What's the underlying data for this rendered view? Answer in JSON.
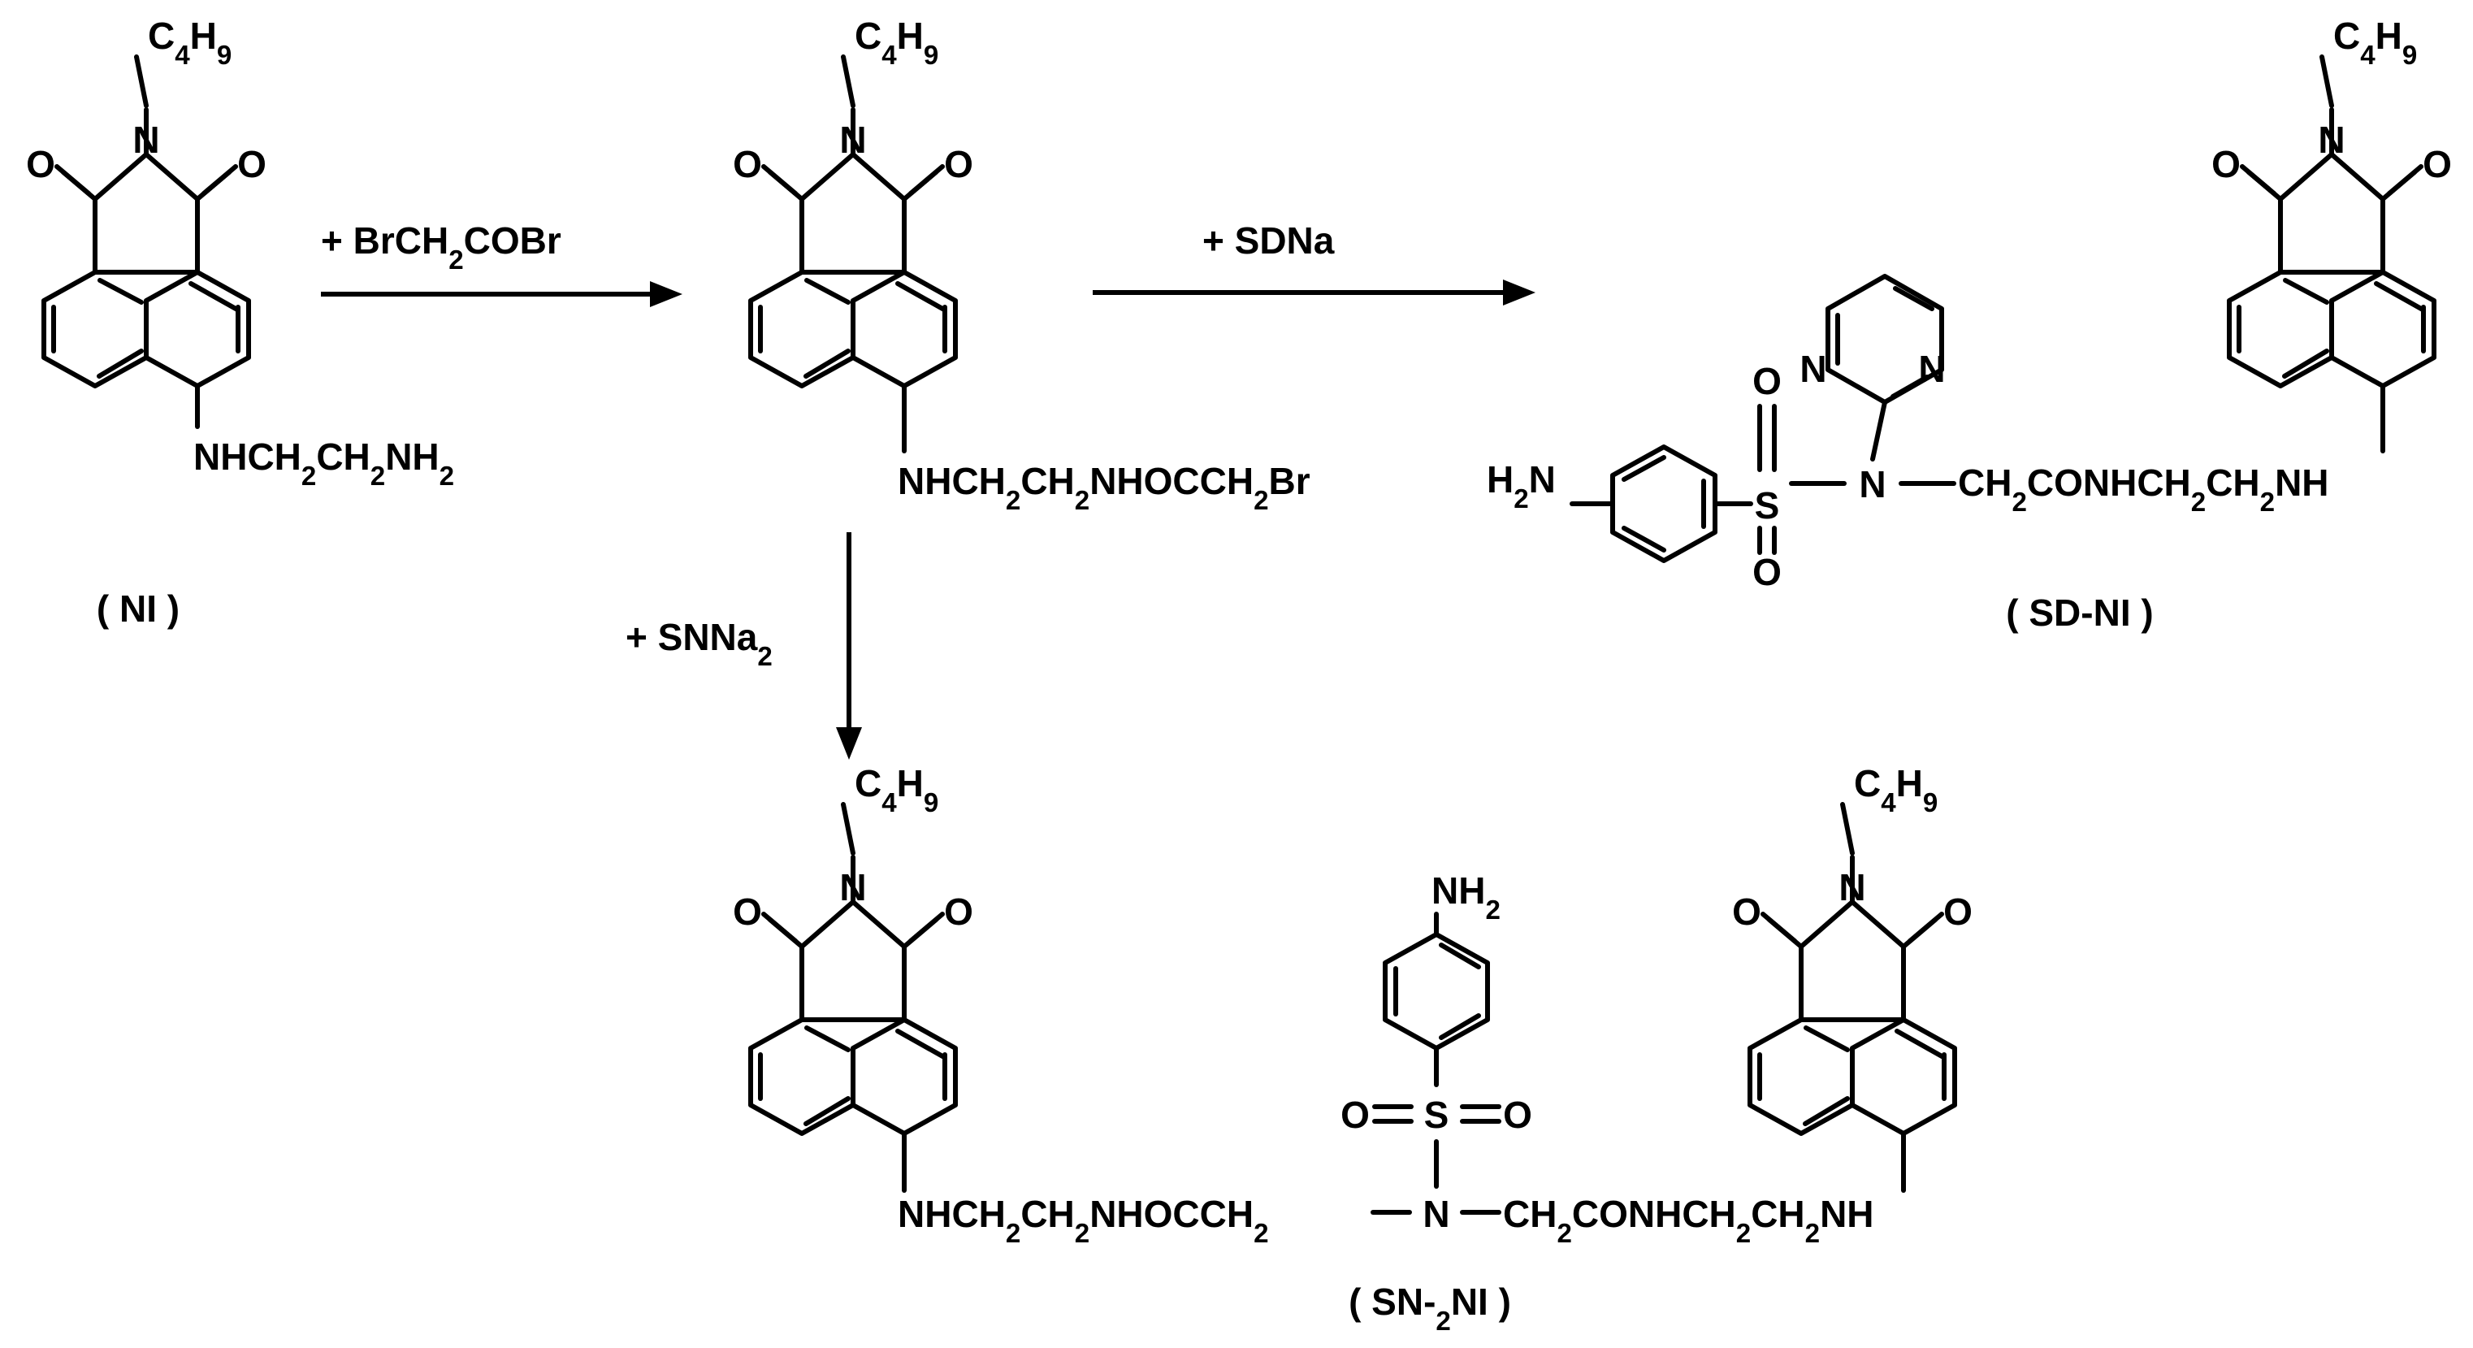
{
  "compounds": {
    "ni": {
      "n_substituent": "C4H9",
      "carbonyl_o_left": "O",
      "imide_n": "N",
      "carbonyl_o_right": "O",
      "side_chain": "NHCH2CH2NH2",
      "label": "( NI )"
    },
    "intermediate": {
      "n_substituent": "C4H9",
      "carbonyl_o_left": "O",
      "imide_n": "N",
      "carbonyl_o_right": "O",
      "side_chain": "NHCH2CH2NHOCCH2Br"
    },
    "sd_ni": {
      "n_substituent": "C4H9",
      "carbonyl_o_left": "O",
      "imide_n": "N",
      "carbonyl_o_right": "O",
      "amine": "H2N",
      "sulfur": "S",
      "sulfonyl_o_top": "O",
      "sulfonyl_o_bottom": "O",
      "sulfonamide_n": "N",
      "pyrimidine_n1": "N",
      "pyrimidine_n2": "N",
      "linker": "CH2CONHCH2CH2NH",
      "label": "( SD-NI )"
    },
    "sn_2ni": {
      "left_n_substituent": "C4H9",
      "left_carbonyl_o_left": "O",
      "left_imide_n": "N",
      "left_carbonyl_o_right": "O",
      "left_chain": "NHCH2CH2NHOCCH2",
      "center_n": "N",
      "right_chain": "CH2CONHCH2CH2NH",
      "sulfur": "S",
      "sulfonyl_o_left": "O",
      "sulfonyl_o_right": "O",
      "amine": "NH2",
      "right_n_substituent": "C4H9",
      "right_carbonyl_o_left": "O",
      "right_imide_n": "N",
      "right_carbonyl_o_right": "O",
      "label": "( SN-2NI )"
    }
  },
  "reagents": {
    "step1": "+ BrCH2COBr",
    "step2": "+ SDNa",
    "step3": "+ SNNa2"
  }
}
